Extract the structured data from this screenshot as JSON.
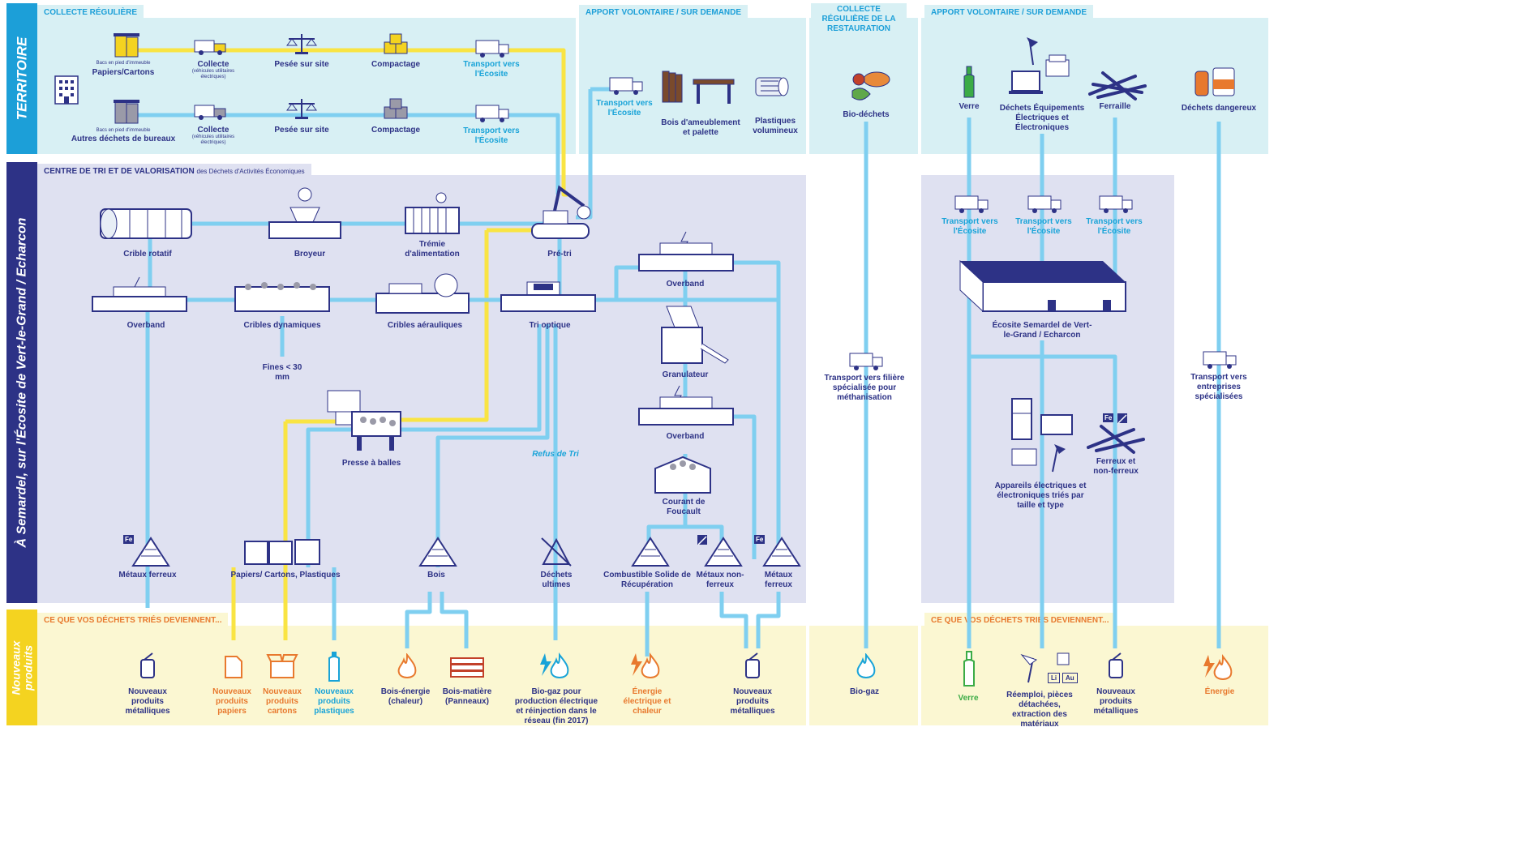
{
  "bands": {
    "territoire": "TERRITOIRE",
    "centre": "À Semardel, sur l'Écosite de Vert-le-Grand / Echarcon",
    "produits": "Nouveaux produits"
  },
  "sections": {
    "collecte_reguliere": "COLLECTE RÉGULIÈRE",
    "apport_volontaire_1": "APPORT VOLONTAIRE / SUR DEMANDE",
    "collecte_restauration": "COLLECTE RÉGULIÈRE DE LA RESTAURATION",
    "apport_volontaire_2": "APPORT VOLONTAIRE / SUR DEMANDE",
    "centre_tri": "CENTRE DE TRI ET DE VALORISATION",
    "centre_tri_sub": "des Déchets d'Activités Économiques",
    "devenir_1": "CE QUE VOS DÉCHETS TRIÉS DEVIENNENT...",
    "devenir_2": "CE QUE VOS DÉCHETS TRIÉS DEVIENNENT..."
  },
  "territoire": {
    "row1": {
      "bac_small": "Bacs en pied d'immeuble",
      "bac": "Papiers/Cartons",
      "collecte": "Collecte",
      "collecte_small": "(véhicules utilitaires électriques)",
      "pesee": "Pesée sur site",
      "compactage": "Compactage",
      "transport": "Transport vers l'Écosite"
    },
    "row2": {
      "bac_small": "Bacs en pied d'immeuble",
      "bac": "Autres déchets de bureaux",
      "collecte": "Collecte",
      "collecte_small": "(véhicules utilitaires électriques)",
      "pesee": "Pesée sur site",
      "compactage": "Compactage",
      "transport": "Transport vers l'Écosite"
    },
    "apport1": {
      "transport": "Transport vers l'Écosite",
      "bois": "Bois d'ameublement et palette",
      "plastiques": "Plastiques volumineux"
    },
    "restauration": {
      "biodechets": "Bio-déchets"
    },
    "apport2": {
      "verre": "Verre",
      "deee": "Déchets Équipements Électriques et Électroniques",
      "ferraille": "Ferraille",
      "dangereux": "Déchets dangereux"
    }
  },
  "centre": {
    "crible_rotatif": "Crible rotatif",
    "broyeur": "Broyeur",
    "tremie": "Trémie d'alimentation",
    "pre_tri": "Pré-tri",
    "overband_1": "Overband",
    "cribles_dynamiques": "Cribles dynamiques",
    "fines": "Fines < 30 mm",
    "cribles_aerauliques": "Cribles aérauliques",
    "tri_optique": "Tri optique",
    "overband_2": "Overband",
    "granulateur": "Granulateur",
    "overband_3": "Overband",
    "courant_foucault": "Courant de Foucault",
    "presse": "Presse à balles",
    "refus": "Refus de Tri",
    "out_metaux_ferreux": "Métaux ferreux",
    "out_papiers": "Papiers/ Cartons, Plastiques",
    "out_bois": "Bois",
    "out_dechets_ultimes": "Déchets ultimes",
    "out_csr": "Combustible Solide de Récupération",
    "out_metaux_nonferreux": "Métaux non-ferreux",
    "out_metaux_ferreux_2": "Métaux ferreux",
    "badge_fe": "Fe"
  },
  "ecosite_right": {
    "transport1": "Transport vers l'Écosite",
    "transport2": "Transport vers l'Écosite",
    "transport3": "Transport vers l'Écosite",
    "ecosite": "Écosite Semardel de Vert-le-Grand / Echarcon",
    "appareils": "Appareils électriques et électroniques triés par taille et type",
    "ferreux": "Ferreux et non-ferreux",
    "transport_entreprises": "Transport vers entreprises spécialisées",
    "badge_fe": "Fe"
  },
  "biogaz_transport": "Transport vers filière spécialisée pour méthanisation",
  "produits": {
    "p1": "Nouveaux produits métalliques",
    "p2": "Nouveaux produits papiers",
    "p3": "Nouveaux produits cartons",
    "p4": "Nouveaux produits plastiques",
    "p5": "Bois-énergie (chaleur)",
    "p6": "Bois-matière (Panneaux)",
    "p7": "Bio-gaz pour production électrique et réinjection dans le réseau (fin 2017)",
    "p8": "Énergie électrique et chaleur",
    "p9": "Nouveaux produits métalliques",
    "p10": "Bio-gaz",
    "p11": "Verre",
    "p12": "Réemploi, pièces détachées, extraction des matériaux",
    "p13": "Nouveaux produits métalliques",
    "p14": "Énergie",
    "badge_li": "Li",
    "badge_au": "Au"
  },
  "colors": {
    "teal_bg": "#d8f0f4",
    "lavender_bg": "#dfe1f1",
    "yellow_bg": "#fbf7d2",
    "band_blue": "#1c9fd8",
    "band_navy": "#2d3286",
    "band_yellow": "#f4d320",
    "line_blue": "#7fcff0",
    "line_yellow": "#f9e443",
    "text_navy": "#2d3286",
    "text_orange": "#e8792e",
    "text_blue": "#18a3d8"
  }
}
